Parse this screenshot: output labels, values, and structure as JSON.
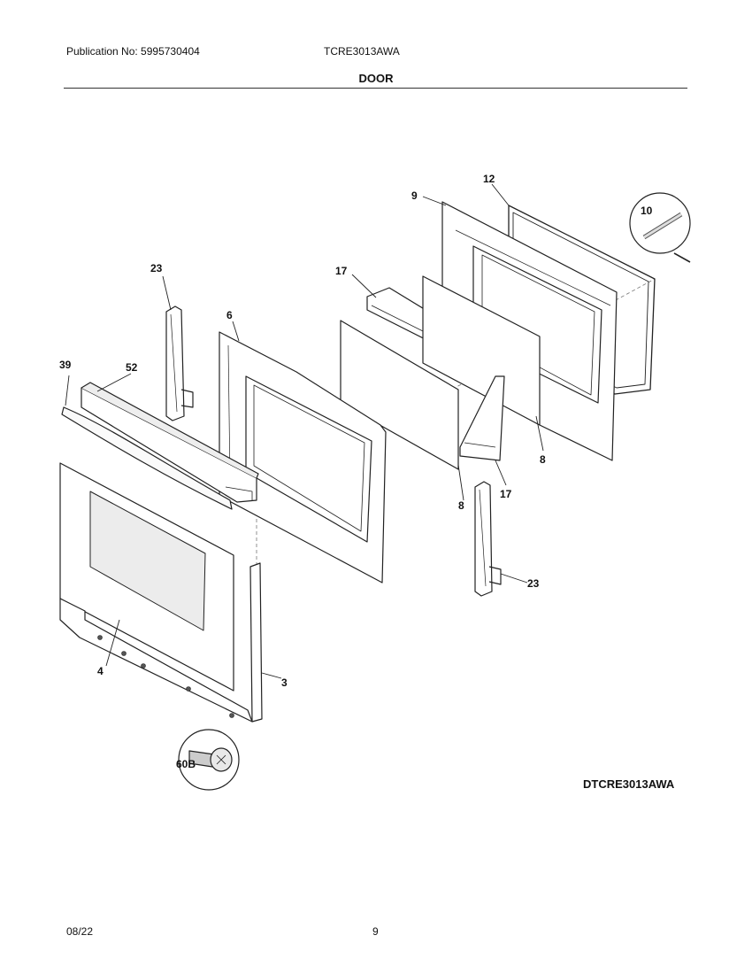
{
  "header": {
    "publication": "Publication No: 5995730404",
    "model": "TCRE3013AWA",
    "section": "DOOR"
  },
  "diagram": {
    "drawing_code": "DTCRE3013AWA",
    "callouts": [
      "23",
      "6",
      "39",
      "52",
      "17",
      "9",
      "12",
      "10",
      "8",
      "8",
      "17",
      "23",
      "4",
      "3",
      "60B"
    ]
  },
  "footer": {
    "date": "08/22",
    "page": "9"
  }
}
